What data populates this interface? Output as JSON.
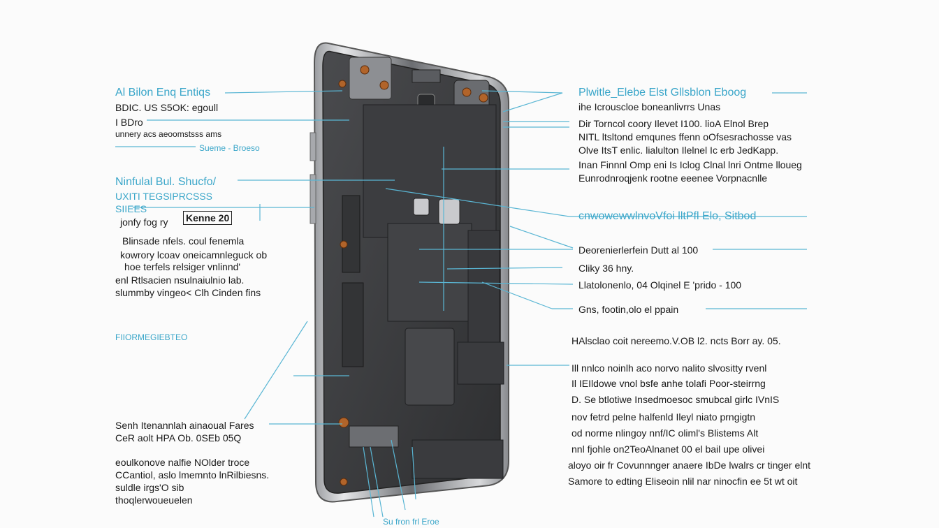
{
  "left_labels": [
    {
      "id": "l1",
      "text": "Al Bilon Enq Entiqs",
      "style": "teal ttl"
    },
    {
      "id": "l2",
      "text": "BDIC.  US S5OK: egoull",
      "style": ""
    },
    {
      "id": "l3",
      "text": "I BDro",
      "style": ""
    },
    {
      "id": "l4",
      "text": "unnery acs aeoomstsss ams",
      "style": "small"
    },
    {
      "id": "l5",
      "text": "Sueme - Broeso",
      "style": "teal small"
    },
    {
      "id": "l6",
      "text": "Ninfulal Bul. Shucfo/",
      "style": "teal ttl"
    },
    {
      "id": "l7",
      "text": "UXITI TEGSIPRCSSS",
      "style": "teal"
    },
    {
      "id": "l8",
      "text": "SIIEES",
      "style": "teal"
    },
    {
      "id": "l9",
      "text": "jonfy fog ry",
      "style": ""
    },
    {
      "id": "l11",
      "text": "Blinsade nfels.  coul fenemla",
      "style": ""
    },
    {
      "id": "l12",
      "text": "kowrory  lcoav  oneicamnleguck  ob",
      "style": ""
    },
    {
      "id": "l13",
      "text": "hoe terfels relsiger vnlinnd'",
      "style": ""
    },
    {
      "id": "l14",
      "text": "enl Rtlsacien nsulnaiulnio lab.",
      "style": ""
    },
    {
      "id": "l15",
      "text": "slummby vingeo< Clh Cinden fins",
      "style": ""
    },
    {
      "id": "l16",
      "text": "FIIORMEGIEBTEO",
      "style": "teal small"
    },
    {
      "id": "l17",
      "text": "Senh Itenannlah ainaoual Fares",
      "style": ""
    },
    {
      "id": "l18",
      "text": "CeR  aolt HPA Ob. 0SEb 05Q",
      "style": ""
    },
    {
      "id": "l19",
      "text": "eoulkonove nalfie  NOlder troce",
      "style": ""
    },
    {
      "id": "l20",
      "text": "CCantiol, aslo lmemnto lnRilbiesns.",
      "style": ""
    },
    {
      "id": "l21",
      "text": "suldle irgs'O sib",
      "style": ""
    },
    {
      "id": "l22",
      "text": "thoqlerwoueuelen",
      "style": ""
    }
  ],
  "boxed_label": "Kenne 20",
  "right_labels": [
    {
      "id": "r1",
      "text": "Plwitle_Elebe  Elst Gllsblon Eboog",
      "style": "teal ttl"
    },
    {
      "id": "r2",
      "text": "ihe Icrouscloe boneanlivrrs  Unas",
      "style": ""
    },
    {
      "id": "r3",
      "text": "Dir  Torncol coory Ilevet  I100.  lioA  Elnol Brep",
      "style": ""
    },
    {
      "id": "r4",
      "text": "NITL ltsltond emqunes ffenn oOfsesrachosse vas",
      "style": ""
    },
    {
      "id": "r5",
      "text": "Olve  ItsT  enlic.  lialulton Ilelnel Ic erb JedKapp.",
      "style": ""
    },
    {
      "id": "r6",
      "text": "Inan  Finnnl Omp eni Is Iclog  Clnal lnri Ontme  lloueg",
      "style": ""
    },
    {
      "id": "r7",
      "text": "Eunrodnroqjenk rootne eeenee  Vorpnacnlle",
      "style": ""
    },
    {
      "id": "r8",
      "text": "cnwowewwlnvoVfoi lltPfl Elo, Sitbod",
      "style": "teal ttl"
    },
    {
      "id": "r9",
      "text": "Deorenierlerfein Dutt  al 100",
      "style": ""
    },
    {
      "id": "r10",
      "text": "Cliky  36  hny.",
      "style": ""
    },
    {
      "id": "r11",
      "text": "Llatolonenlo,  04  Olqinel E  'prido - 100",
      "style": ""
    },
    {
      "id": "r12",
      "text": "Gns, footin,olo el  ppain",
      "style": ""
    },
    {
      "id": "r13",
      "text": "HAlsclao  coit  nereemo.V.OB  l2. ncts  Borr ay. 05.",
      "style": ""
    },
    {
      "id": "r14",
      "text": "Ill nnlco noinlh aco  norvo  nalito slvositty rvenl",
      "style": ""
    },
    {
      "id": "r15",
      "text": "Il  IEIldowe  vnol bsfe anhe tolafi  Poor-steirrng",
      "style": ""
    },
    {
      "id": "r16",
      "text": "D.  Se  btlotiwe  Insedmoesoc  smubcal girlc IVnIS",
      "style": ""
    },
    {
      "id": "r17",
      "text": "nov  fetrd  pelne  halfenld  Ileyl  niato  prngigtn",
      "style": ""
    },
    {
      "id": "r18",
      "text": "od norme nlingoy  nnf/IC  oliml's Blistems Alt",
      "style": ""
    },
    {
      "id": "r19",
      "text": "nnl fjohle on2TeoAlnanet  00  el bail upe olivei",
      "style": ""
    },
    {
      "id": "r20",
      "text": "aloyo oir fr Covunnnger  anaere IbDe lwalrs cr tinger elnt",
      "style": ""
    },
    {
      "id": "r21",
      "text": "Samore to edting  Eliseoin nlil nar ninocfin ee 5t wt oit",
      "style": ""
    }
  ],
  "bottom_label": "Su fron frl Eroe"
}
